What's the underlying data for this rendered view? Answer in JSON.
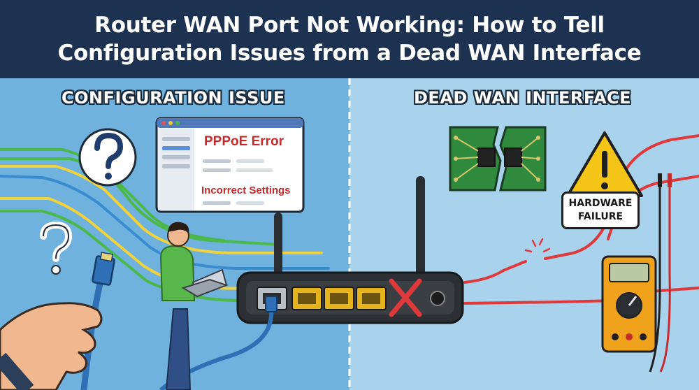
{
  "header": {
    "line1": "Router WAN Port Not Working: How to Tell",
    "line2": "Configuration Issues from a Dead WAN Interface"
  },
  "panels": {
    "left": {
      "title": "CONFIGURATION ISSUE",
      "screen": {
        "error": "PPPoE Error",
        "message": "Incorrect Settings"
      }
    },
    "right": {
      "title": "DEAD WAN INTERFACE",
      "badge": {
        "line1": "HARDWARE",
        "line2": "FAILURE"
      }
    }
  },
  "colors": {
    "header_bg": "#1c3250",
    "left_bg": "#6fb2dd",
    "right_bg": "#a9d3ec",
    "error_red": "#c8292b",
    "router_body": "#2c2f33",
    "lan_port": "#e5b31c",
    "warning_yellow": "#f5c518"
  },
  "icons": [
    "question-mark-icon",
    "warning-triangle-icon",
    "x-mark-icon",
    "circuit-board-icon",
    "multimeter-icon",
    "ethernet-cable-icon",
    "laptop-icon"
  ]
}
